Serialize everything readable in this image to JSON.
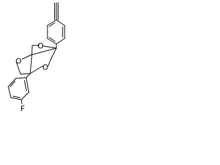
{
  "molecule": {
    "atoms": {
      "o_top": "O",
      "o_left": "O",
      "o_right": "O",
      "f_sub": "F"
    }
  }
}
